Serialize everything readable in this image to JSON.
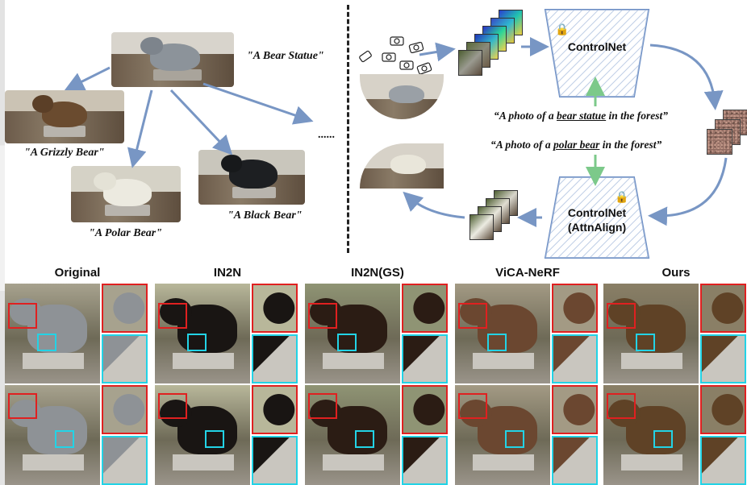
{
  "top_left": {
    "captions": {
      "source": "\"A Bear Statue\"",
      "grizzly": "\"A Grizzly Bear\"",
      "polar": "\"A Polar Bear\"",
      "black": "\"A Black Bear\"",
      "ellipsis": "......"
    }
  },
  "top_right": {
    "controlnet_top": "ControlNet",
    "controlnet_bottom_line1": "ControlNet",
    "controlnet_bottom_line2": "(AttnAlign)",
    "prompt1_prefix": "“A photo of a ",
    "prompt1_key": "bear statue",
    "prompt1_suffix": " in the forest”",
    "prompt2_prefix": "“A photo of a ",
    "prompt2_key": "polar bear",
    "prompt2_suffix": " in the forest”",
    "colors": {
      "arrow": "#7896c4",
      "green_arrow": "#7cc98a",
      "trapezoid_fill": "#eef3fb",
      "trapezoid_stroke": "#6c8ec4"
    }
  },
  "bottom": {
    "columns": [
      "Original",
      "IN2N",
      "IN2N(GS)",
      "ViCA-NeRF",
      "Ours"
    ],
    "colors": {
      "red_box": "#e02020",
      "cyan_box": "#22d3e6"
    }
  }
}
